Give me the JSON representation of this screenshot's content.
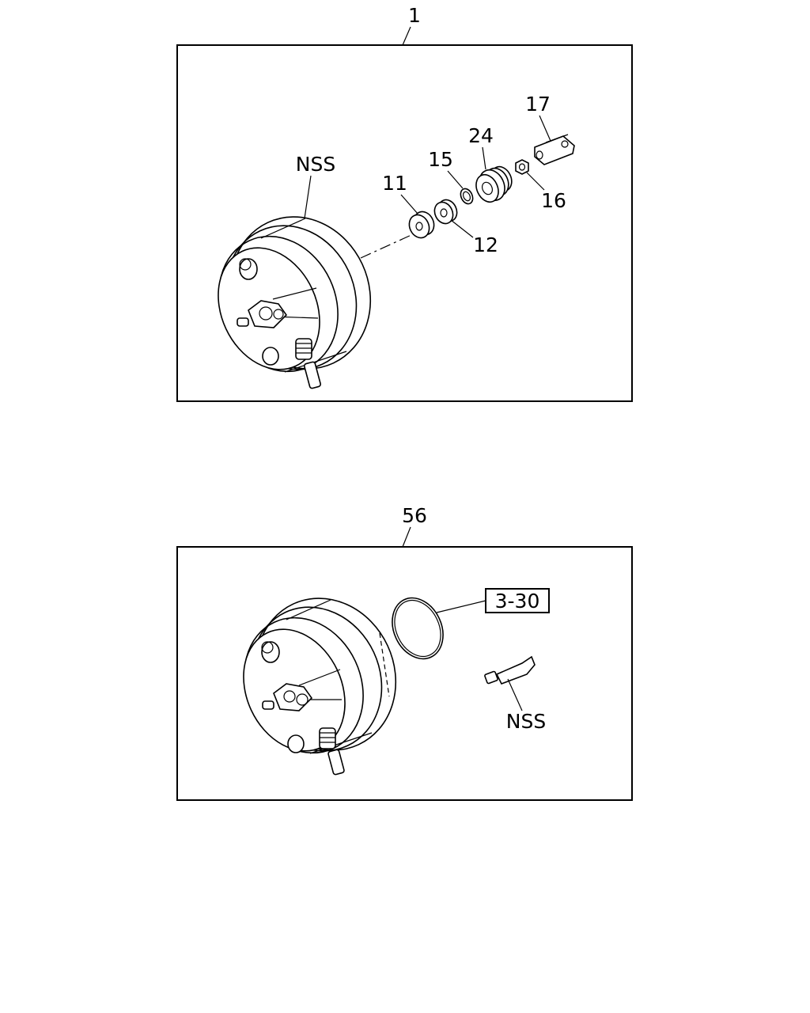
{
  "panels": [
    {
      "ref": "1",
      "callouts": [
        "NSS",
        "11",
        "15",
        "24",
        "17",
        "12",
        "16"
      ]
    },
    {
      "ref": "56",
      "callouts": [
        "3-30",
        "NSS"
      ]
    }
  ]
}
